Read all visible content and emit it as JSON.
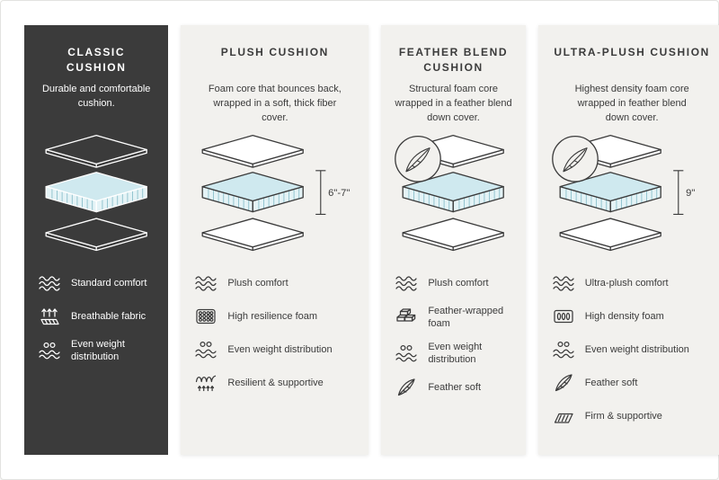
{
  "colors": {
    "page_bg": "#ffffff",
    "dark_panel": "#3b3b3b",
    "light_panel": "#f2f1ee",
    "line_dark": "#3b3b3b",
    "line_light": "#ffffff",
    "foam_top": "#cfe9ef",
    "foam_side": "#e4f3f6",
    "foam_stripe": "#8fc2cd"
  },
  "columns": [
    {
      "id": "classic-cushion",
      "theme": "dark",
      "title": "Classic Cushion",
      "description": "Durable and comfortable cushion.",
      "illustration": {
        "type": "layered-cushion",
        "feather_badge": false,
        "measurement": null
      },
      "features": [
        {
          "icon": "waves-icon",
          "label": "Standard comfort"
        },
        {
          "icon": "breathable-icon",
          "label": "Breathable fabric"
        },
        {
          "icon": "weight-icon",
          "label": "Even weight distribution"
        }
      ]
    },
    {
      "id": "plush-cushion",
      "theme": "light",
      "title": "Plush Cushion",
      "description": "Foam core that bounces back, wrapped in a soft, thick fiber cover.",
      "illustration": {
        "type": "layered-cushion",
        "feather_badge": false,
        "measurement": "6\"-7\""
      },
      "features": [
        {
          "icon": "waves-icon",
          "label": "Plush comfort"
        },
        {
          "icon": "coils-icon",
          "label": "High resilience foam"
        },
        {
          "icon": "weight-icon",
          "label": "Even weight distribution"
        },
        {
          "icon": "spring-icon",
          "label": "Resilient & supportive"
        }
      ]
    },
    {
      "id": "feather-blend-cushion",
      "theme": "light",
      "title": "Feather Blend Cushion",
      "description": "Structural foam core wrapped in a feather blend down cover.",
      "illustration": {
        "type": "layered-cushion",
        "feather_badge": true,
        "measurement": null
      },
      "features": [
        {
          "icon": "waves-icon",
          "label": "Plush comfort"
        },
        {
          "icon": "bricks-icon",
          "label": "Feather-wrapped foam"
        },
        {
          "icon": "weight-icon",
          "label": "Even weight distribution"
        },
        {
          "icon": "feather-icon",
          "label": "Feather soft"
        }
      ]
    },
    {
      "id": "ultra-plush-cushion",
      "theme": "light",
      "title": "Ultra-Plush Cushion",
      "description": "Highest density foam core wrapped in feather blend down cover.",
      "illustration": {
        "type": "layered-cushion",
        "feather_badge": true,
        "measurement": "9\""
      },
      "features": [
        {
          "icon": "waves-icon",
          "label": "Ultra-plush comfort"
        },
        {
          "icon": "density-icon",
          "label": "High density foam"
        },
        {
          "icon": "weight-icon",
          "label": "Even weight distribution"
        },
        {
          "icon": "feather-icon",
          "label": "Feather soft"
        },
        {
          "icon": "firm-icon",
          "label": "Firm & supportive"
        }
      ]
    }
  ]
}
